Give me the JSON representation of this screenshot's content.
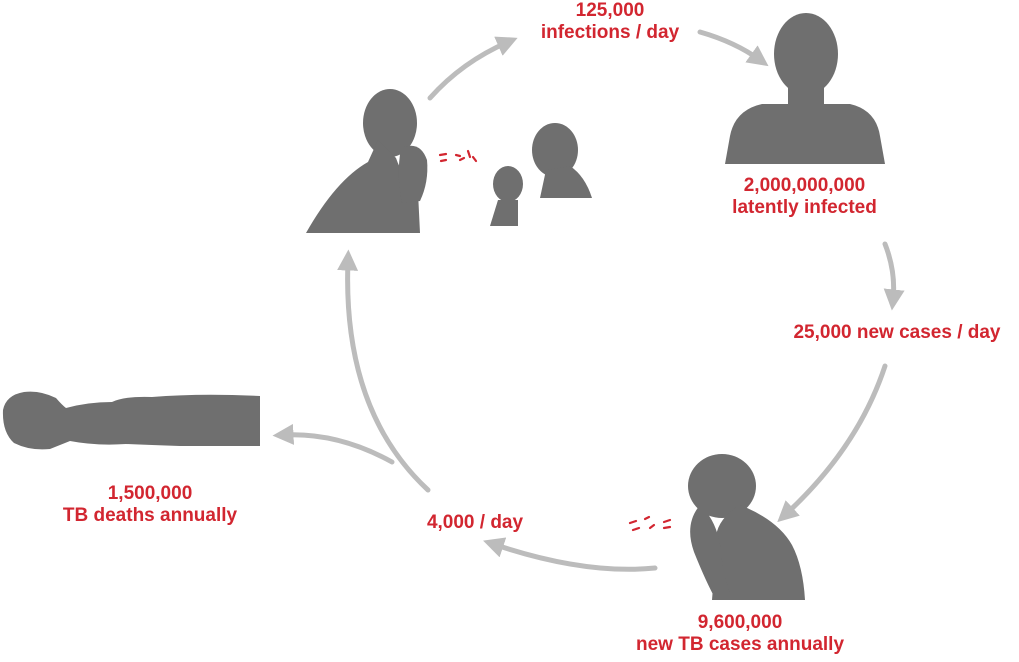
{
  "colors": {
    "label": "#d22630",
    "silhouette": "#6f6f6f",
    "arrow": "#bcbcbc",
    "droplet": "#d22630"
  },
  "labels": {
    "infections_number": "125,000",
    "infections_text": "infections / day",
    "latent_number": "2,000,000,000",
    "latent_text": "latently infected",
    "new_cases_day": "25,000 new cases / day",
    "annual_number": "9,600,000",
    "annual_text": "new TB cases annually",
    "deaths_day": "4,000 / day",
    "deaths_number": "1,500,000",
    "deaths_text": "TB deaths annually"
  },
  "icons": {
    "coughing_adult": "coughing-person-icon",
    "children": "children-icon",
    "latent_person": "person-bust-icon",
    "sick_person": "coughing-person-icon",
    "deceased": "lying-body-icon",
    "droplets": "cough-droplets-icon"
  }
}
